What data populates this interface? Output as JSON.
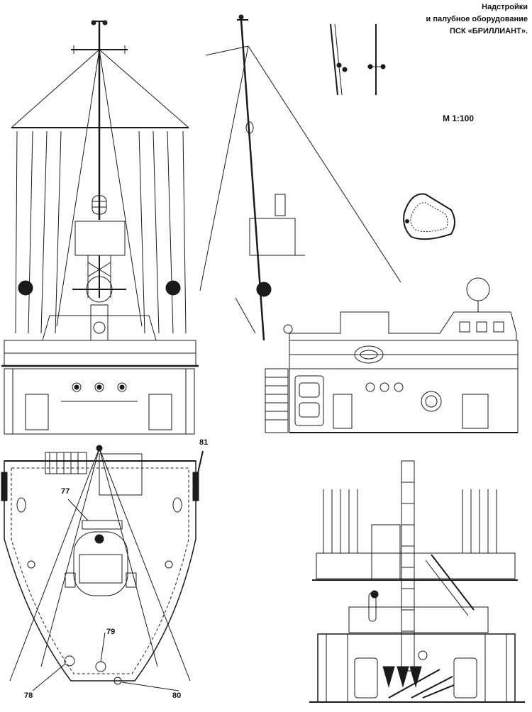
{
  "title": {
    "line1": "Надстройки",
    "line2": "и палубное оборудование",
    "line3": "ПСК «БРИЛЛИАНТ»."
  },
  "scale": "М 1:100",
  "callouts": {
    "c77": "77",
    "c78": "78",
    "c79": "79",
    "c80": "80",
    "c81": "81"
  }
}
